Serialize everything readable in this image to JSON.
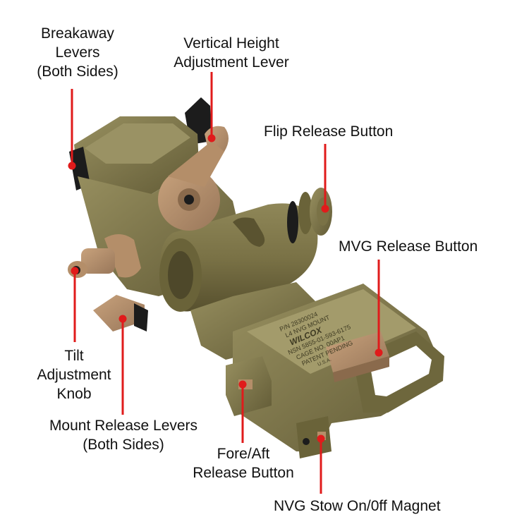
{
  "callouts": {
    "breakaway": [
      "Breakaway",
      "Levers",
      "(Both Sides)"
    ],
    "vertical": [
      "Vertical Height",
      "Adjustment Lever"
    ],
    "flip": [
      "Flip Release Button"
    ],
    "mvg": [
      "MVG Release Button"
    ],
    "tilt": [
      "Tilt",
      "Adjustment",
      "Knob"
    ],
    "mount_release": [
      "Mount Release Levers",
      "(Both Sides)"
    ],
    "fore_aft": [
      "Fore/Aft",
      "Release Button"
    ],
    "stow": [
      "NVG Stow On/0ff Magnet"
    ]
  },
  "engraving": [
    "P/N 28300024",
    "L4 NVG MOUNT",
    "WILCOX",
    "NSN 5855-01-593-6175",
    "CAGE NO. 00AP1",
    "PATENT PENDING",
    "U.S.A."
  ],
  "colors": {
    "leader": "#e01b1b",
    "body": "#7e7649",
    "body_dark": "#5e5733",
    "body_light": "#9a9264",
    "lever": "#b48e69",
    "lever_dark": "#8a6a4c",
    "black": "#1c1c1c"
  }
}
